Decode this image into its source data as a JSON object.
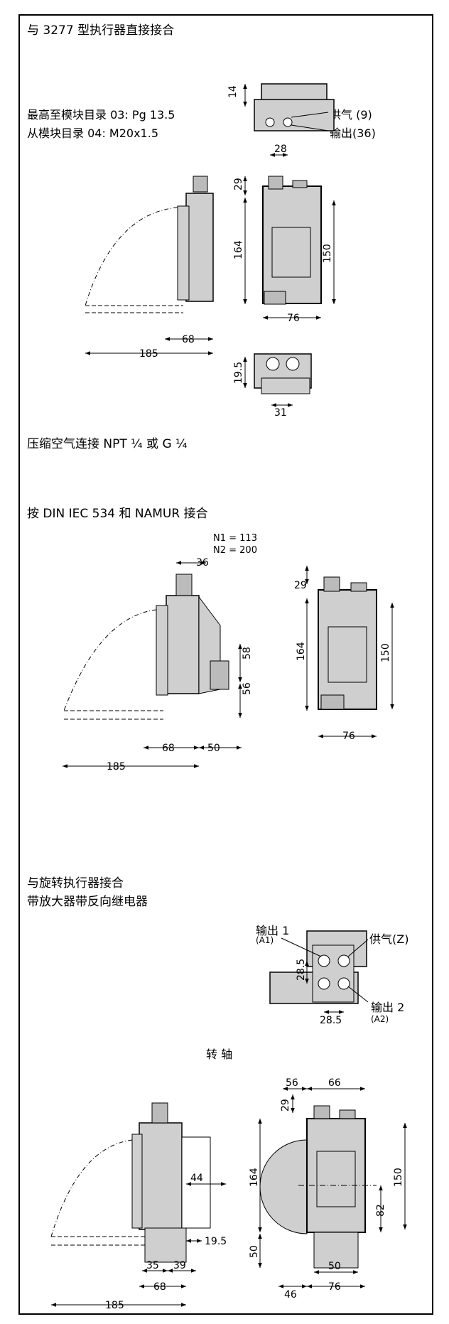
{
  "sections": {
    "s1": {
      "title": "与 3277 型执行器直接接合",
      "note1": "最高至模块目录 03: Pg 13.5",
      "note2": "从模块目录 04: M20x1.5",
      "label_supply": "供气 (9)",
      "label_output": "输出(36)",
      "dims": [
        "14",
        "28",
        "29",
        "164",
        "150",
        "76",
        "68",
        "185",
        "19.5",
        "31"
      ]
    },
    "s2": {
      "title": "压缩空气连接 NPT ¼ 或 G ¼"
    },
    "s3": {
      "title": "按 DIN IEC 534 和 NAMUR 接合",
      "n1": "N1 = 113",
      "n2": "N2 = 200",
      "dims": [
        "36",
        "29",
        "58",
        "56",
        "164",
        "150",
        "68",
        "50",
        "76",
        "185"
      ]
    },
    "s4": {
      "title_line1": "与旋转执行器接合",
      "title_line2": "带放大器带反向继电器",
      "label_out1": "输出 1",
      "label_out1_sub": "(A1)",
      "label_supply": "供气(Z)",
      "label_out2": "输出 2",
      "label_out2_sub": "(A2)",
      "label_shaft": "转 轴",
      "dims": [
        "28.5",
        "28.5",
        "56",
        "66",
        "29",
        "164",
        "150",
        "82",
        "44",
        "19.5",
        "50",
        "35",
        "39",
        "68",
        "50",
        "46",
        "76",
        "185"
      ]
    }
  }
}
